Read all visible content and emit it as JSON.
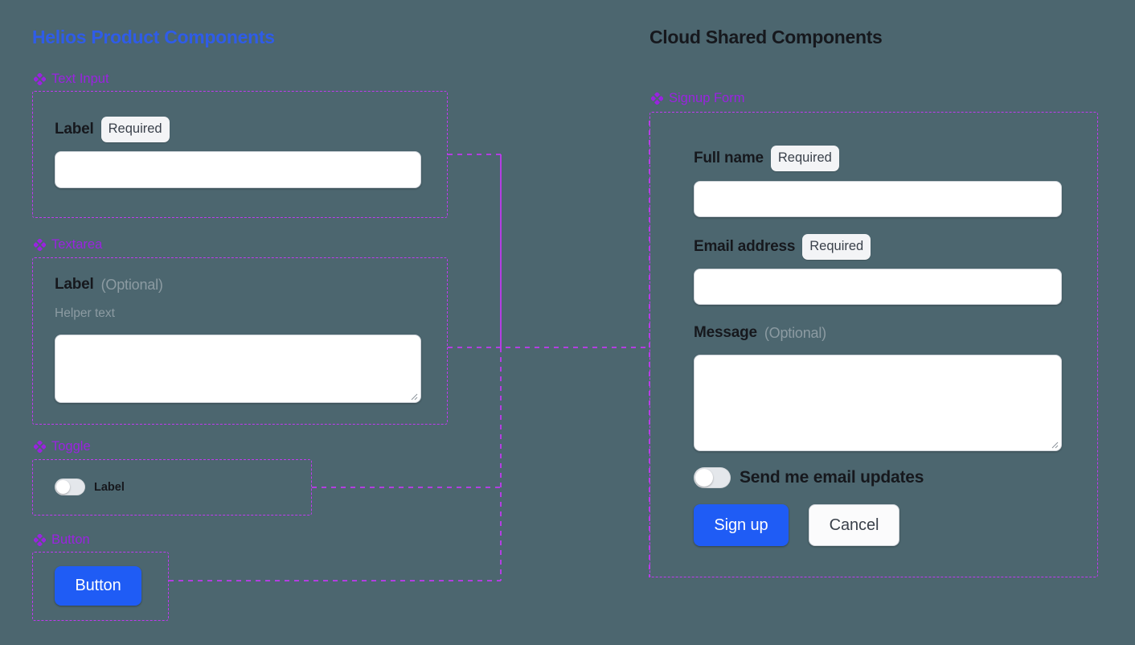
{
  "canvas": {
    "background": "#4c666f",
    "accent_blue": "#2f5ce8",
    "accent_purple": "#9a23e0",
    "dash_color": "#c03af0",
    "primary_button": "#1f5cf5"
  },
  "left_panel": {
    "title": "Helios Product Components",
    "sections": [
      {
        "icon": "component-diamond-icon",
        "label": "Text Input",
        "field_label": "Label",
        "badge": "Required"
      },
      {
        "icon": "component-diamond-icon",
        "label": "Textarea",
        "field_label": "Label",
        "optional": "(Optional)",
        "helper": "Helper text"
      },
      {
        "icon": "component-diamond-icon",
        "label": "Toggle",
        "switch_label": "Label"
      },
      {
        "icon": "component-diamond-icon",
        "label": "Button",
        "button_label": "Button"
      }
    ]
  },
  "right_panel": {
    "title": "Cloud Shared Components",
    "section": {
      "icon": "component-diamond-icon",
      "label": "Signup Form"
    },
    "form": {
      "fields": [
        {
          "label": "Full name",
          "badge": "Required"
        },
        {
          "label": "Email address",
          "badge": "Required"
        },
        {
          "label": "Message",
          "optional": "(Optional)"
        }
      ],
      "toggle_label": "Send me email updates",
      "submit_label": "Sign up",
      "cancel_label": "Cancel"
    }
  }
}
